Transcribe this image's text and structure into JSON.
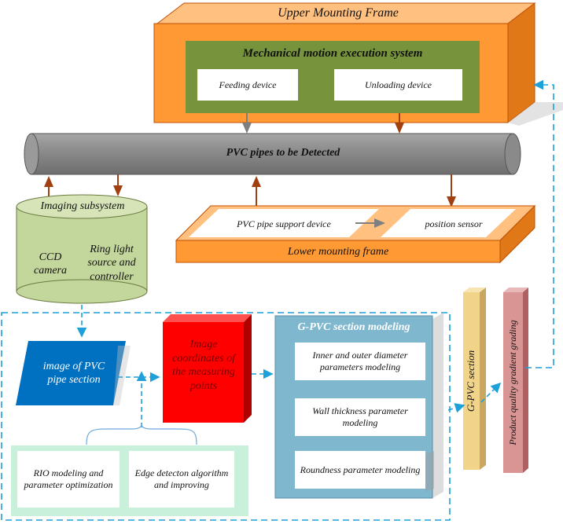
{
  "upper_frame": {
    "label": "Upper Mounting Frame"
  },
  "motion_system": {
    "title": "Mechanical motion execution system",
    "feeding": "Feeding device",
    "unloading": "Unloading device"
  },
  "pipe": {
    "label": "PVC pipes to be Detected"
  },
  "imaging": {
    "title": "Imaging subsystem",
    "ccd": "CCD camera",
    "ring_light": "Ring light source and controller"
  },
  "lower_frame": {
    "label": "Lower mounting frame",
    "support": "PVC pipe support device",
    "sensor": "position sensor"
  },
  "image_box": {
    "label": "image of PVC pipe section"
  },
  "coords_box": {
    "label": "Image coordinates of the measuring points"
  },
  "modeling": {
    "title": "G-PVC section modeling",
    "items": [
      "Inner and outer diameter parameters modeling",
      "Wall thickness parameter modeling",
      "Roundness parameter modeling"
    ]
  },
  "algorithms": {
    "rio": "RIO modeling and parameter optimization",
    "edge": "Edge detecton algorithm and improving"
  },
  "gpvc_section": {
    "label": "G-PVC section"
  },
  "grading": {
    "label": "Product quality gradient grading"
  },
  "colors": {
    "orange": "#FF9933",
    "green": "#77933C",
    "pipe_gray": "#8C8C8C",
    "cylinder_green": "#C3D69B",
    "blue_box": "#0070C0",
    "red_box": "#FF0000",
    "modeling_blue": "#7FB7CE",
    "yellow": "#F2D38A",
    "rose": "#D99594",
    "arrow_brown": "#A04010",
    "dash_blue": "#1EA0D8"
  }
}
